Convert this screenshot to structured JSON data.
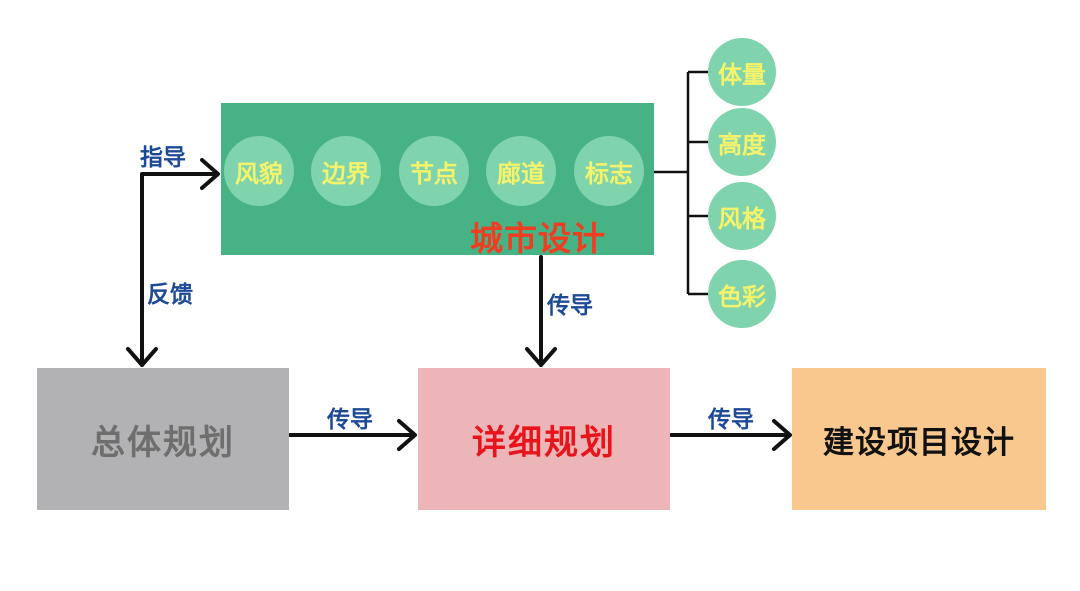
{
  "urban_design": {
    "title": "城市设计",
    "elements": [
      "风貌",
      "边界",
      "节点",
      "廊道",
      "标志"
    ]
  },
  "attributes": [
    "体量",
    "高度",
    "风格",
    "色彩"
  ],
  "boxes": {
    "overall": "总体规划",
    "detail": "详细规划",
    "project": "建设项目设计"
  },
  "labels": {
    "guide": "指导",
    "feedback": "反馈",
    "transmit_down": "传导",
    "transmit_1": "传导",
    "transmit_2": "传导"
  },
  "colors": {
    "urban_box": "#47b384",
    "circle": "#7fd3ad",
    "circle_text": "#f5f36b",
    "urban_title": "#ee3d21",
    "overall_box": "#b2b1b3",
    "detail_box": "#ecb6b8",
    "detail_text": "#e8141b",
    "project_box": "#f9c88e",
    "label": "#1d4a96"
  }
}
